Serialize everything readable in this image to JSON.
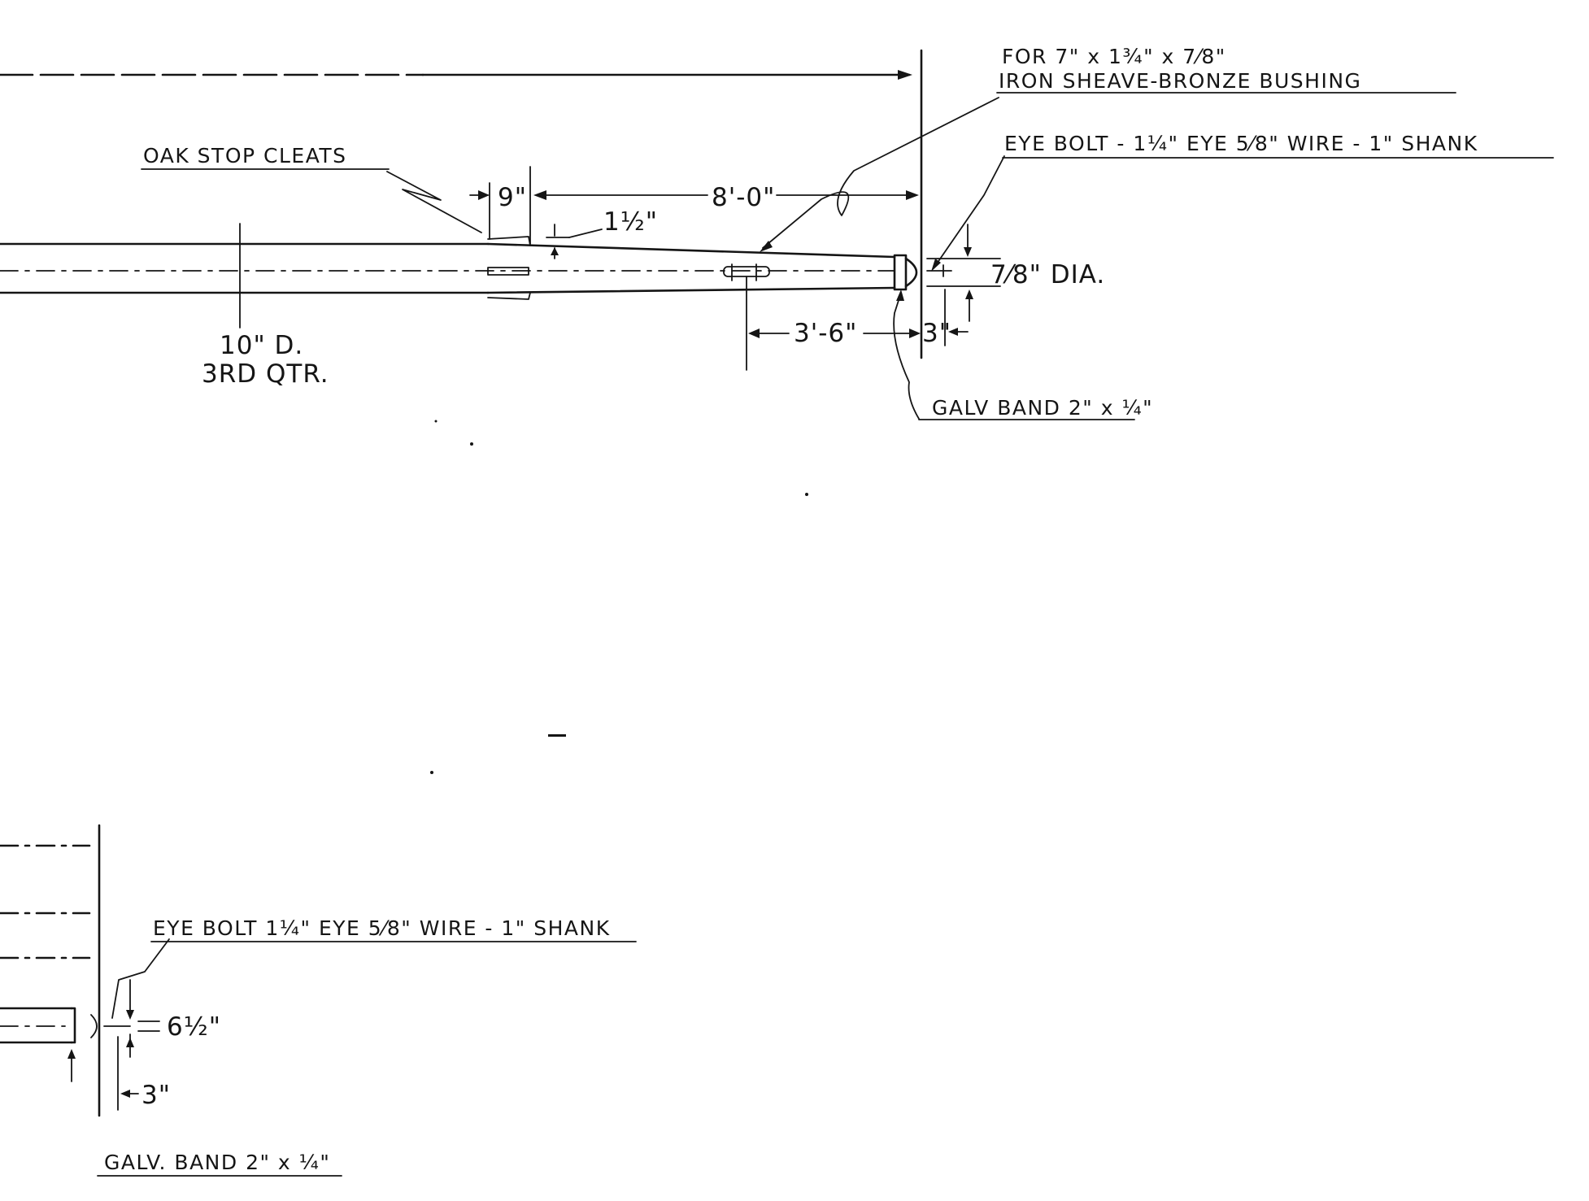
{
  "labels": {
    "sheave_note_line1": "FOR 7\" x 1¾\" x 7⁄8\"",
    "sheave_note_line2": "IRON SHEAVE-BRONZE BUSHING",
    "eye_bolt_upper": "EYE BOLT - 1¼\" EYE  5⁄8\" WIRE - 1\" SHANK",
    "oak_stop_cleats": "OAK STOP CLEATS",
    "dim_9": "9\"",
    "dim_8_0": "8'-0\"",
    "dim_1_half": "1½\"",
    "dia_7_8": "7⁄8\" DIA.",
    "spar_dia": "10\" D.",
    "spar_qtr": "3RD QTR.",
    "dim_3_6": "3'-6\"",
    "dim_3": "3\"",
    "galv_band_upper": "GALV BAND  2\" x ¼\"",
    "eye_bolt_lower": "EYE BOLT  1¼\" EYE  5⁄8\" WIRE - 1\" SHANK",
    "dim_6_half": "6½\"",
    "dim_3_lower": "3\"",
    "galv_band_lower": "GALV. BAND  2\" x ¼\""
  }
}
